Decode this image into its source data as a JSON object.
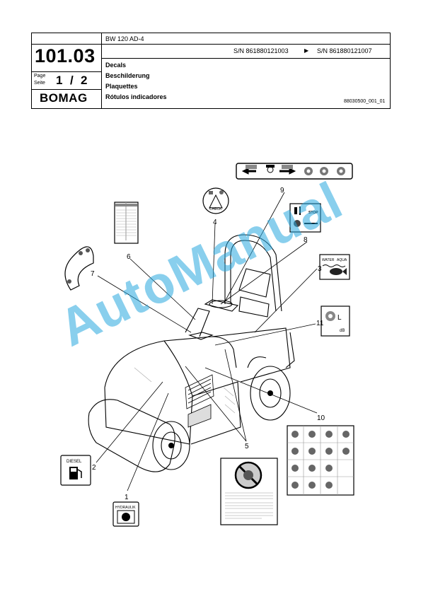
{
  "header": {
    "part_number": "101.03",
    "page_label_de": "Seite",
    "page_label_en": "Page",
    "page_current": "1",
    "page_sep": "/",
    "page_total": "2",
    "brand": "BOMAG",
    "model": "BW 120 AD-4",
    "serial_from": "S/N 861880121003",
    "serial_arrow": "▶",
    "serial_to": "S/N 861880121007",
    "titles": [
      "Decals",
      "Beschilderung",
      "Plaquettes",
      "Rótulos indicadores"
    ],
    "doc_number": "88030500_001_01"
  },
  "callouts": [
    "1",
    "2",
    "3",
    "4",
    "5",
    "6",
    "7",
    "8",
    "9",
    "10",
    "11"
  ],
  "decal_labels": {
    "check": "CHECK",
    "stop": "STOP",
    "water_en": "WATER",
    "water_es": "AQUA",
    "diesel": "DIESEL",
    "hydraulic": "HYDRAULIK",
    "noise": "L",
    "db": "dB"
  },
  "watermark": "AutoManual"
}
